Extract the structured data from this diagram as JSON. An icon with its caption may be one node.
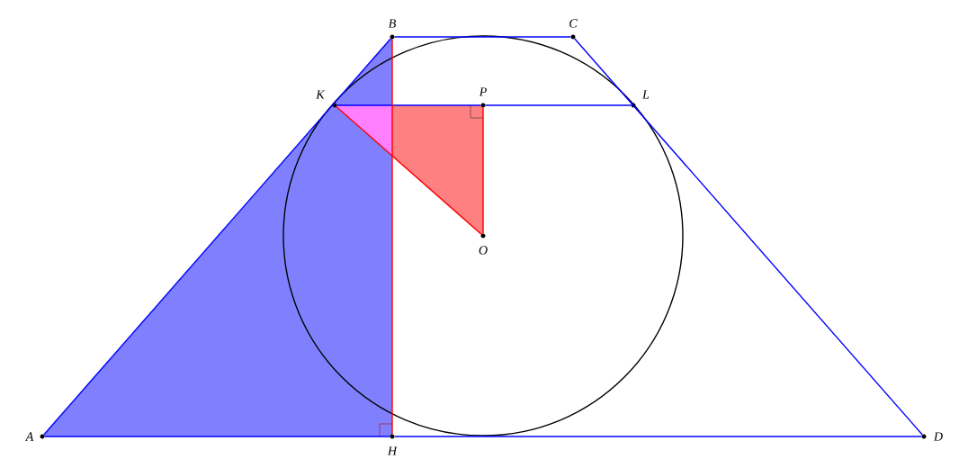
{
  "diagram": {
    "nodes": [
      {
        "text": [],
        "shape": "circle",
        "beside": [
          "A"
        ]
      },
      {
        "text": [],
        "shape": "circle",
        "beside": [
          "B"
        ]
      },
      {
        "text": [],
        "shape": "circle",
        "beside": [
          "C"
        ]
      },
      {
        "text": [],
        "shape": "circle",
        "beside": [
          "D"
        ]
      },
      {
        "text": [],
        "shape": "circle",
        "beside": [
          "K"
        ]
      },
      {
        "text": [],
        "shape": "circle",
        "beside": [
          "P"
        ]
      },
      {
        "text": [],
        "shape": "circle",
        "beside": [
          "L"
        ]
      },
      {
        "text": [],
        "shape": "circle",
        "beside": [
          "O"
        ]
      },
      {
        "text": [],
        "shape": "circle",
        "beside": [
          "H"
        ]
      }
    ],
    "edges": [
      {
        "from": 0,
        "to": 1,
        "arrow": "none"
      },
      {
        "from": 1,
        "to": 2,
        "arrow": "none"
      },
      {
        "from": 2,
        "to": 3,
        "arrow": "none"
      },
      {
        "from": 0,
        "to": 8,
        "arrow": "none"
      },
      {
        "from": 8,
        "to": 3,
        "arrow": "none"
      },
      {
        "from": 4,
        "to": 5,
        "arrow": "none"
      },
      {
        "from": 5,
        "to": 6,
        "arrow": "none"
      },
      {
        "from": 1,
        "to": 8,
        "arrow": "none",
        "color": "#ff0000"
      },
      {
        "from": 4,
        "to": 7,
        "arrow": "none",
        "color": "#ff0000"
      },
      {
        "from": 5,
        "to": 7,
        "arrow": "none",
        "color": "#ff0000"
      }
    ]
  }
}
